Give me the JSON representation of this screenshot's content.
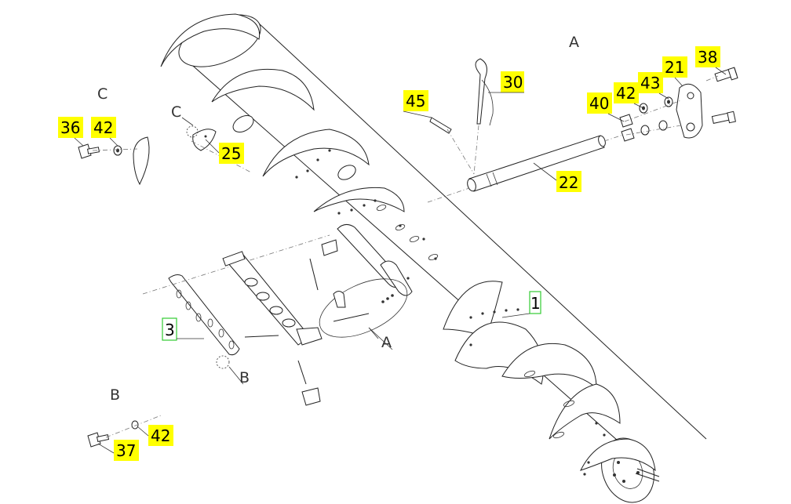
{
  "view_labels": {
    "A_top": "A",
    "C_left": "C",
    "C_mid": "C",
    "A_detail": "A",
    "B_detail": "B",
    "B_bottom": "B"
  },
  "callouts": {
    "p1": "1",
    "p3": "3",
    "p21": "21",
    "p22": "22",
    "p25": "25",
    "p30": "30",
    "p36": "36",
    "p37": "37",
    "p38": "38",
    "p40": "40",
    "p42a": "42",
    "p42b": "42",
    "p42c": "42",
    "p43": "43",
    "p45": "45"
  },
  "colors": {
    "highlight": "#ffff00",
    "green_box": "#33cc33",
    "ink": "#222222"
  }
}
